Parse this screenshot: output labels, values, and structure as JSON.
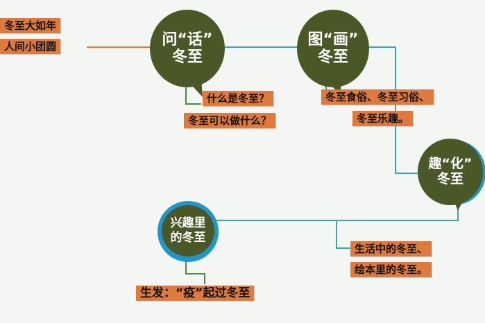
{
  "root": {
    "line1": "冬至大如年",
    "line2": "人间小团圆"
  },
  "node_hua": {
    "line1": "问“话”",
    "line2": "冬至",
    "caption1": "什么是冬至？",
    "caption2": "冬至可以做什么？"
  },
  "node_hua2": {
    "line1": "图“画”",
    "line2": "冬至",
    "caption1": "冬至食俗、冬至习俗、",
    "caption2": "冬至乐趣。"
  },
  "node_qu": {
    "line1": "趣“化”",
    "line2": "冬至",
    "caption1": "生活中的冬至、",
    "caption2": "绘本里的冬至。"
  },
  "node_interest": {
    "line1": "兴趣里",
    "line2": "的冬至",
    "caption1": "生发：“疫”起过冬至"
  },
  "colors": {
    "bubble": "#4a5726",
    "label": "#dd7a3c",
    "line_teal": "#3aa6a6",
    "line_green": "#4d8a3c",
    "line_orange": "#e07b3c",
    "ring": "#1e96c8"
  }
}
